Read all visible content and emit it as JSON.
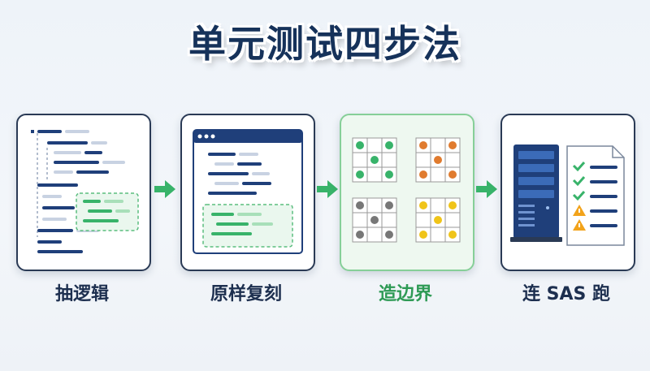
{
  "title": "单元测试四步法",
  "steps": [
    {
      "label": "抽逻辑",
      "icon": "extract-code-icon"
    },
    {
      "label": "原样复刻",
      "icon": "copy-window-icon"
    },
    {
      "label": "造边界",
      "icon": "boundary-grid-icon"
    },
    {
      "label": "连 SAS 跑",
      "icon": "server-checklist-icon"
    }
  ],
  "colors": {
    "navy": "#1f3f7a",
    "green": "#38b36a",
    "orange": "#e07b2e",
    "gray": "#777777",
    "yellow": "#f0c419",
    "warn": "#f2a31b"
  }
}
